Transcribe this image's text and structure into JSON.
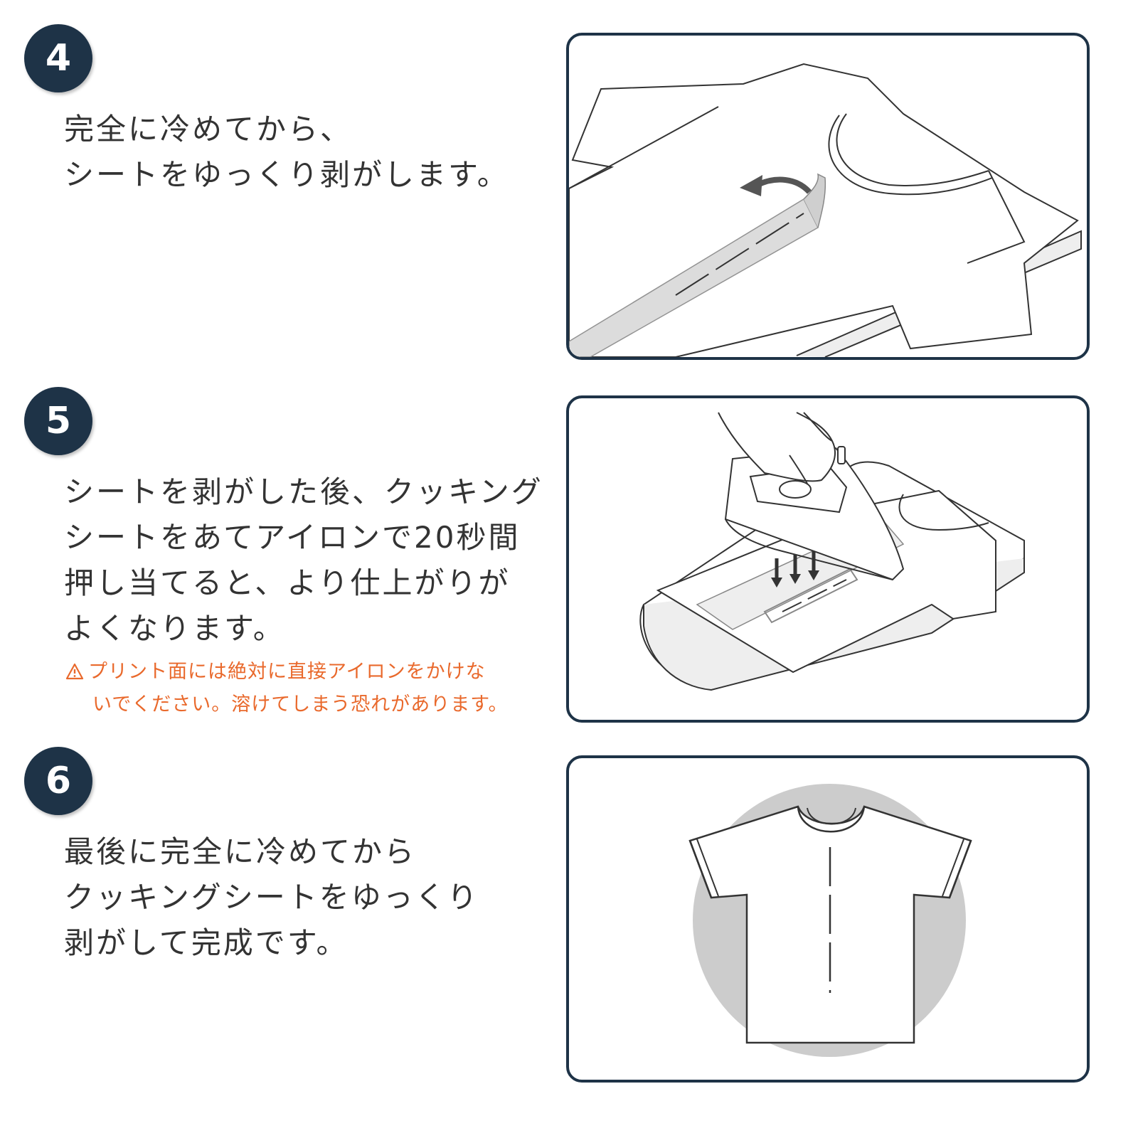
{
  "steps": [
    {
      "number": "4",
      "lines": [
        "完全に冷めてから、",
        "シートをゆっくり剥がします。"
      ]
    },
    {
      "number": "5",
      "lines": [
        "シートを剥がした後、クッキング",
        "シートをあてアイロンで20秒間",
        "押し当てると、より仕上がりが",
        "よくなります。"
      ],
      "warning": {
        "icon": "warning-triangle-icon",
        "lines": [
          "プリント面には絶対に直接アイロンをかけな",
          "いでください。溶けてしまう恐れがあります。"
        ]
      }
    },
    {
      "number": "6",
      "lines": [
        "最後に完全に冷めてから",
        "クッキングシートをゆっくり",
        "剥がして完成です。"
      ]
    }
  ],
  "colors": {
    "badge": "#1e3347",
    "panel_border": "#1e3347",
    "body_text": "#333333",
    "warning_text": "#e9692c"
  }
}
